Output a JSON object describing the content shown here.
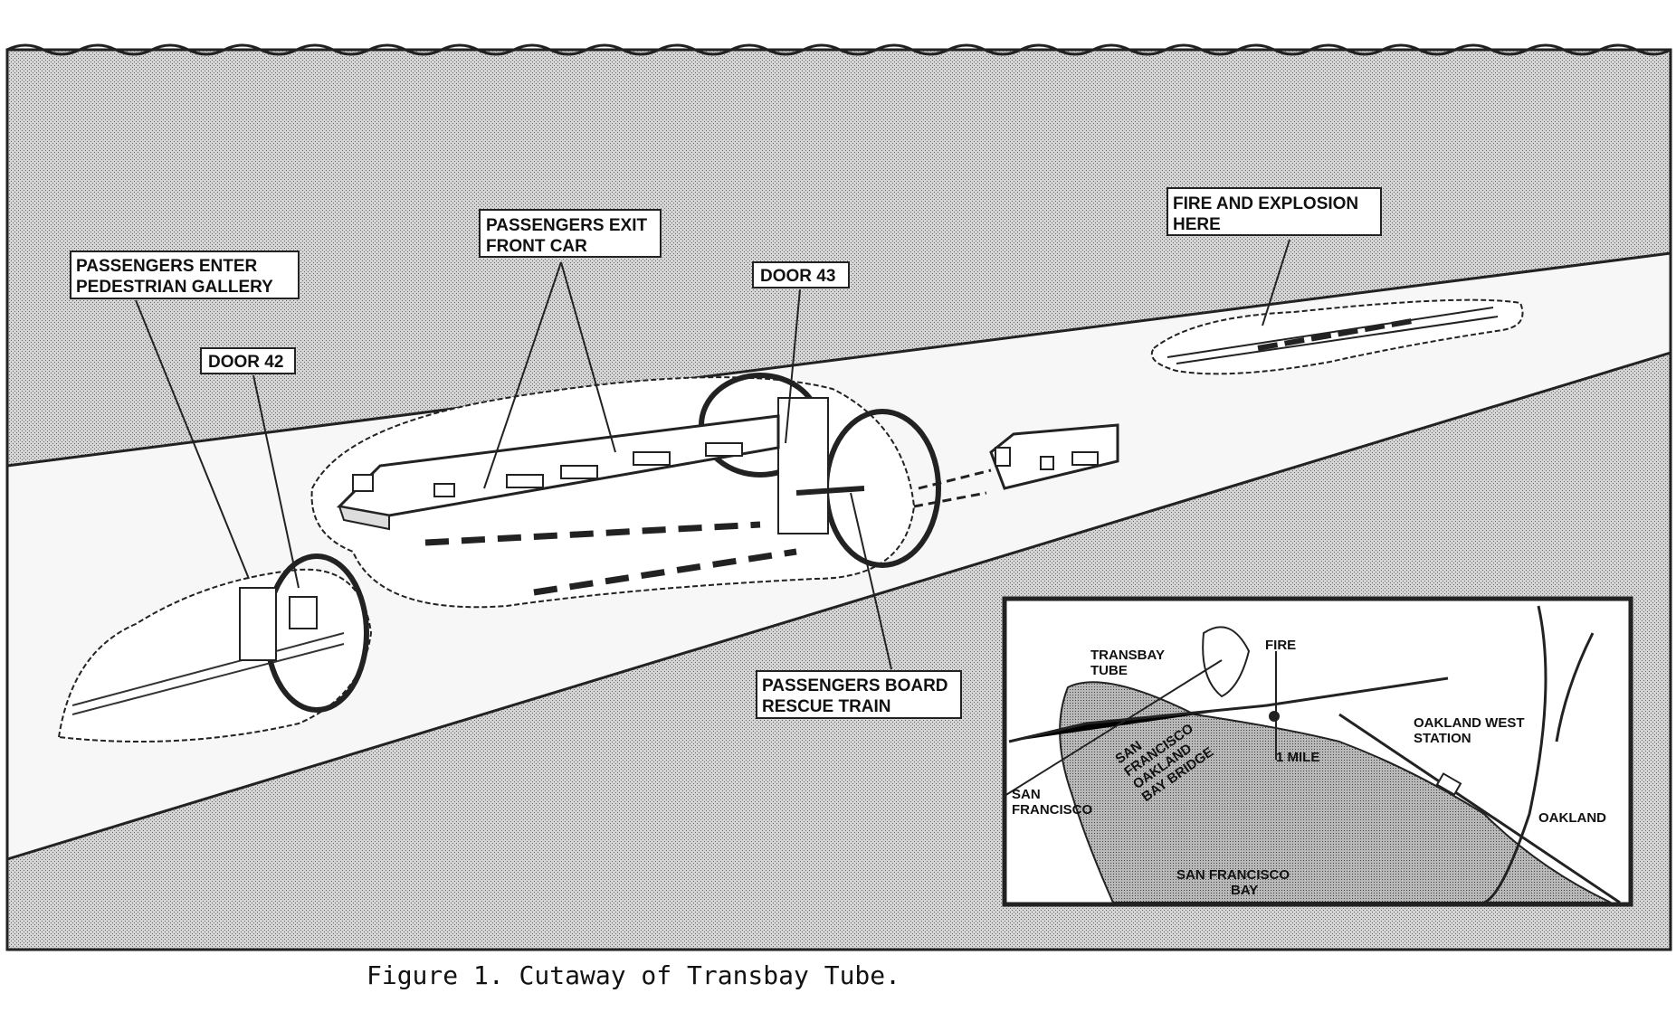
{
  "labels": {
    "passengers_enter": [
      "PASSENGERS ENTER",
      "PEDESTRIAN GALLERY"
    ],
    "door_42": "DOOR 42",
    "passengers_exit": [
      "PASSENGERS EXIT",
      "FRONT CAR"
    ],
    "door_43": "DOOR 43",
    "fire_explosion": [
      "FIRE AND EXPLOSION",
      "HERE"
    ],
    "passengers_board": [
      "PASSENGERS BOARD",
      "RESCUE TRAIN"
    ]
  },
  "map": {
    "transbay_tube": [
      "TRANSBAY",
      "TUBE"
    ],
    "fire": "FIRE",
    "bay_bridge": [
      "SAN",
      "FRANCISCO",
      "OAKLAND",
      "BAY BRIDGE"
    ],
    "one_mile": "1 MILE",
    "oakland_west_station": [
      "OAKLAND WEST",
      "STATION"
    ],
    "san_francisco": [
      "SAN",
      "FRANCISCO"
    ],
    "oakland": "OAKLAND",
    "sf_bay": [
      "SAN FRANCISCO",
      "BAY"
    ]
  },
  "caption": "Figure 1.  Cutaway of Transbay Tube."
}
